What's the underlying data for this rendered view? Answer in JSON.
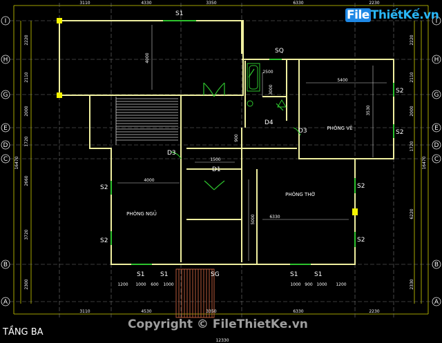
{
  "watermark_top": {
    "file": "File",
    "rest": "ThiếtKế",
    "domain": ".vn"
  },
  "copyright": "Copyright © FileThietKe.vn",
  "floor_title": "TẦNG BA",
  "top_dims": [
    "3110",
    "4330",
    "3350",
    "6330",
    "2230"
  ],
  "bottom_dims": [
    "3110",
    "4530",
    "3350",
    "6330",
    "2230"
  ],
  "bottom_total": "12330",
  "left_dims": [
    "2220",
    "2110",
    "2000",
    "1720",
    "2660",
    "3720",
    "2300"
  ],
  "right_dims": [
    "2220",
    "2110",
    "2000",
    "1720",
    "6220",
    "2330"
  ],
  "side_total": "16470",
  "axis_left": [
    "I",
    "H",
    "G",
    "E",
    "D",
    "C",
    "B",
    "A"
  ],
  "axis_right": [
    "I",
    "H",
    "G",
    "E",
    "D",
    "C",
    "B",
    "A"
  ],
  "windows": {
    "s1_top": "S1",
    "sq": "SQ",
    "d4": "D4",
    "d3_wc": "D3",
    "d3_left": "D3",
    "d1": "D1",
    "s2_left_a": "S2",
    "s2_left_b": "S2",
    "s2_right_a": "S2",
    "s2_right_b": "S2",
    "s2_east_a": "S2",
    "s2_east_b": "S2",
    "s1_bot_a": "S1",
    "s1_bot_b": "S1",
    "s1_bot_c": "S1",
    "s1_bot_d": "S1",
    "sg": "SG"
  },
  "rooms": {
    "phong_ngu": "PHÒNG NGỦ",
    "phong_tho": "PHÒNG THỜ",
    "phong_ve": "PHÒNG VẼ"
  },
  "interior_dims": {
    "d4000_top": "4000",
    "d2500": "2500",
    "d3000": "3000",
    "d5400": "5400",
    "d3530": "3530",
    "d1500": "1500",
    "d4000_left": "4000",
    "d5000": "5000",
    "d6330": "6330",
    "d900": "900"
  },
  "bottom_segments": [
    "1200",
    "1000",
    "600",
    "1000",
    "1000",
    "900",
    "1000",
    "1200"
  ]
}
